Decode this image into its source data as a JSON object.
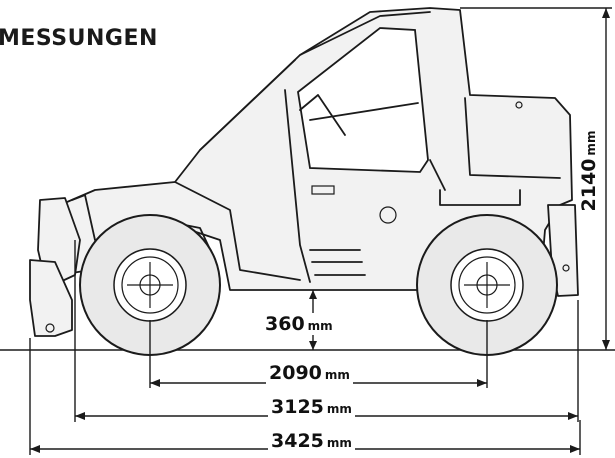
{
  "title": "MESSUNGEN",
  "dimensions": {
    "ground_clearance": {
      "value": "360",
      "unit": "mm"
    },
    "wheelbase": {
      "value": "2090",
      "unit": "mm"
    },
    "length_inner": {
      "value": "3125",
      "unit": "mm"
    },
    "length_total": {
      "value": "3425",
      "unit": "mm"
    },
    "height": {
      "value": "2140",
      "unit": "mm"
    }
  }
}
